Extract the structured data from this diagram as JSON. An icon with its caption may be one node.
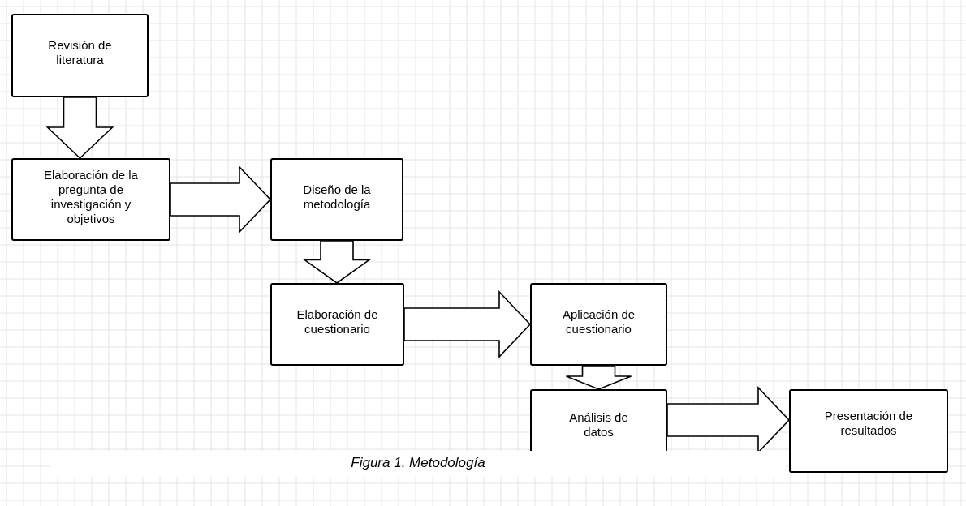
{
  "diagram": {
    "caption": "Figura 1. Metodología",
    "nodes": [
      {
        "text": [
          "Revisión de literatura"
        ]
      },
      {
        "text": [
          "Elaboración de la pregunta de investigación y objetivos"
        ]
      },
      {
        "text": [
          "Diseño de la metodología"
        ]
      },
      {
        "text": [
          "Elaboración de cuestionario"
        ]
      },
      {
        "text": [
          "Aplicación de cuestionario"
        ]
      },
      {
        "text": [
          "Análisis de datos"
        ]
      },
      {
        "text": [
          "Presentación de resultados"
        ]
      }
    ],
    "edges": [
      {
        "from": 0,
        "to": 1,
        "arrow": "to"
      },
      {
        "from": 1,
        "to": 2,
        "arrow": "to"
      },
      {
        "from": 2,
        "to": 3,
        "arrow": "to"
      },
      {
        "from": 3,
        "to": 4,
        "arrow": "to"
      },
      {
        "from": 4,
        "to": 5,
        "arrow": "to"
      },
      {
        "from": 5,
        "to": 6,
        "arrow": "to"
      }
    ]
  }
}
